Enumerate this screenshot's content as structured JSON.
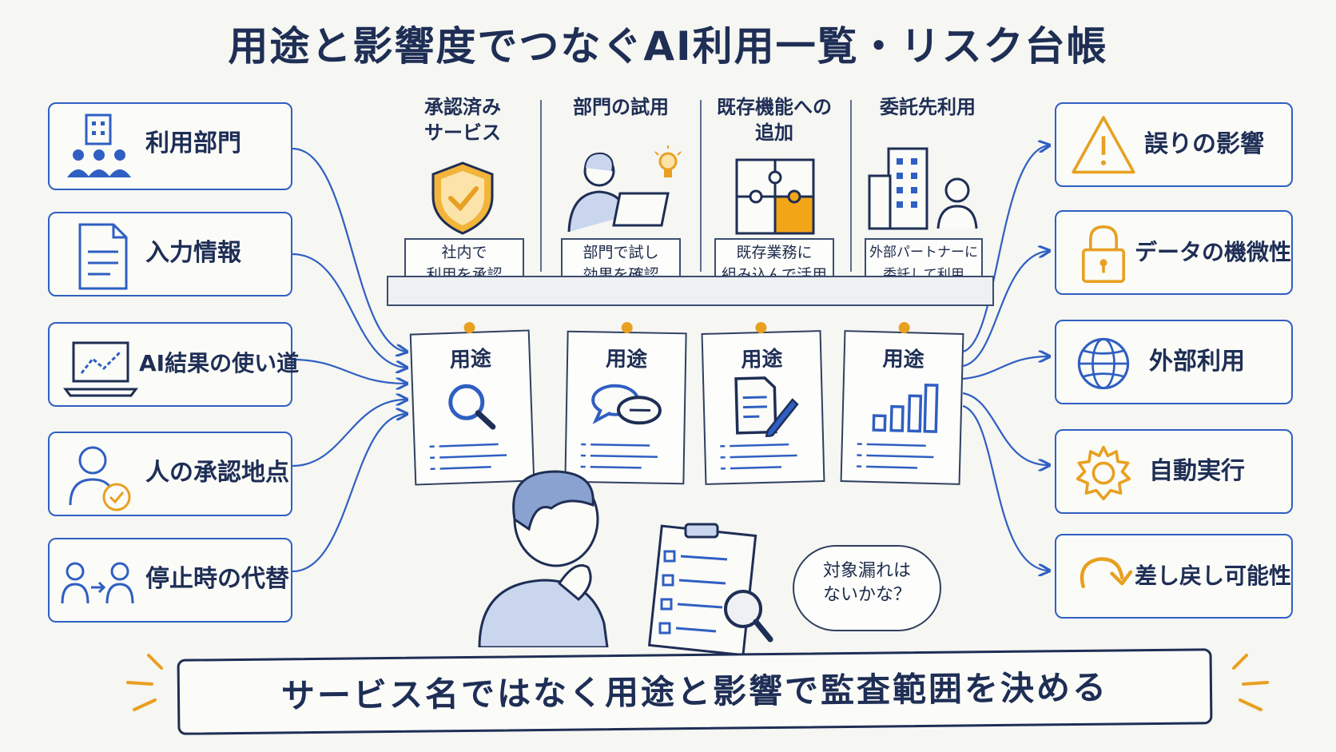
{
  "title": "用途と影響度でつなぐAI利用一覧・リスク台帳",
  "left_items": [
    {
      "label": "利用部門",
      "icon": "department-people-icon"
    },
    {
      "label": "入力情報",
      "icon": "document-icon"
    },
    {
      "label": "AI結果の使い道",
      "icon": "laptop-chart-icon"
    },
    {
      "label": "人の承認地点",
      "icon": "person-check-icon"
    },
    {
      "label": "停止時の代替",
      "icon": "person-swap-icon"
    }
  ],
  "right_items": [
    {
      "label": "誤りの影響",
      "icon": "warning-icon"
    },
    {
      "label": "データの機微性",
      "icon": "lock-icon"
    },
    {
      "label": "外部利用",
      "icon": "globe-icon"
    },
    {
      "label": "自動実行",
      "icon": "gear-icon"
    },
    {
      "label": "差し戻し可能性",
      "icon": "undo-arrow-icon"
    }
  ],
  "categories": [
    {
      "title": "承認済み\nサービス",
      "caption": "社内で\n利用を承認",
      "icon": "shield-check-icon"
    },
    {
      "title": "部門の試用",
      "caption": "部門で試し\n効果を確認",
      "icon": "person-laptop-icon"
    },
    {
      "title": "既存機能への\n追加",
      "caption": "既存業務に\n組み込んで活用",
      "icon": "puzzle-icon"
    },
    {
      "title": "委託先利用",
      "caption": "外部パートナーに\n委託して利用",
      "icon": "building-person-icon"
    }
  ],
  "papers": [
    {
      "title": "用途",
      "icon": "magnifier-icon"
    },
    {
      "title": "用途",
      "icon": "chat-bubbles-icon"
    },
    {
      "title": "用途",
      "icon": "document-pen-icon"
    },
    {
      "title": "用途",
      "icon": "bar-chart-icon"
    }
  ],
  "thought_bubble": "対象漏れは\nないかな？",
  "banner": "サービス名ではなく用途と影響で監査範囲を決める",
  "colors": {
    "accent_blue": "#2f5fc2",
    "accent_orange": "#e8a020",
    "ink": "#1e2e55"
  }
}
